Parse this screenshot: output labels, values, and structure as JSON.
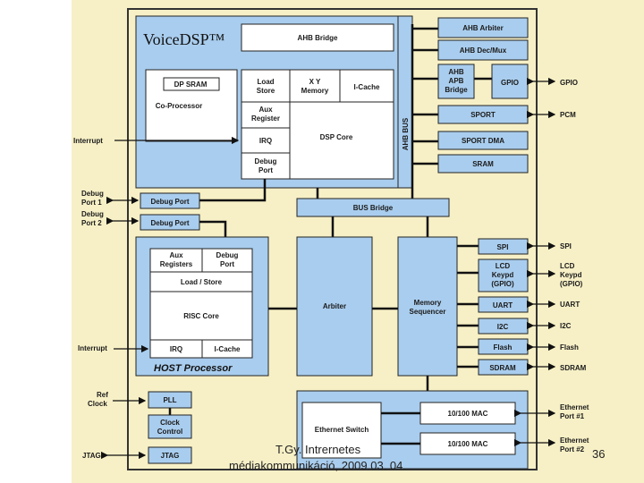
{
  "colors": {
    "background": "#f7f0c6",
    "block_fill": "#a9cdee",
    "white_fill": "#ffffff"
  },
  "voicedsp": {
    "title": "VoiceDSP™",
    "ahb_bridge": "AHB Bridge",
    "dp_sram": "DP SRAM",
    "co_processor": "Co-Processor",
    "load_store_1": "Load",
    "load_store_2": "Store",
    "xy_memory_1": "X Y",
    "xy_memory_2": "Memory",
    "i_cache": "I-Cache",
    "aux_register_1": "Aux",
    "aux_register_2": "Register",
    "irq": "IRQ",
    "dsp_core": "DSP Core",
    "debug_port_1": "Debug",
    "debug_port_2": "Port"
  },
  "ahb": {
    "bus_label": "AHB BUS",
    "arbiter": "AHB Arbiter",
    "dec_mux": "AHB Dec/Mux",
    "apb_bridge_1": "AHB",
    "apb_bridge_2": "APB",
    "apb_bridge_3": "Bridge",
    "gpio": "GPIO",
    "sport": "SPORT",
    "sport_dma": "SPORT DMA",
    "sram": "SRAM"
  },
  "left_signals": {
    "interrupt_dsp": "Interrupt",
    "debug_port_1a": "Debug",
    "debug_port_1b": "Port 1",
    "debug_port_2a": "Debug",
    "debug_port_2b": "Port 2",
    "interrupt_host": "Interrupt",
    "ref_clock_1": "Ref",
    "ref_clock_2": "Clock",
    "jtag": "JTAG"
  },
  "debug": {
    "port_1": "Debug Port",
    "port_2": "Debug Port"
  },
  "bus_bridge": "BUS Bridge",
  "host": {
    "title": "HOST Processor",
    "aux_1": "Aux",
    "aux_2": "Registers",
    "debug_1": "Debug",
    "debug_2": "Port",
    "load_store": "Load / Store",
    "risc_core": "RISC Core",
    "irq": "IRQ",
    "i_cache": "I-Cache"
  },
  "arbiter": "Arbiter",
  "memory_sequencer_1": "Memory",
  "memory_sequencer_2": "Sequencer",
  "peripherals": {
    "spi": "SPI",
    "lcd_1": "LCD",
    "lcd_2": "Keypd",
    "lcd_3": "(GPIO)",
    "uart": "UART",
    "i2c": "I2C",
    "flash": "Flash",
    "sdram": "SDRAM"
  },
  "clocks": {
    "pll": "PLL",
    "clock_control_1": "Clock",
    "clock_control_2": "Control",
    "jtag": "JTAG"
  },
  "ethernet": {
    "switch": "Ethernet Switch",
    "mac_1": "10/100 MAC",
    "mac_2": "10/100 MAC"
  },
  "right_signals": {
    "gpio": "GPIO",
    "pcm": "PCM",
    "spi": "SPI",
    "lcd_1": "LCD",
    "lcd_2": "Keypd",
    "lcd_3": "(GPIO)",
    "uart": "UART",
    "i2c": "I2C",
    "flash": "Flash",
    "sdram": "SDRAM",
    "eth1_1": "Ethernet",
    "eth1_2": "Port #1",
    "eth2_1": "Ethernet",
    "eth2_2": "Port #2"
  },
  "footer": {
    "line1": "T.Gy. Intrernetes",
    "line2": "médiakommunikáció, 2009.03. 04.",
    "page": "36"
  }
}
